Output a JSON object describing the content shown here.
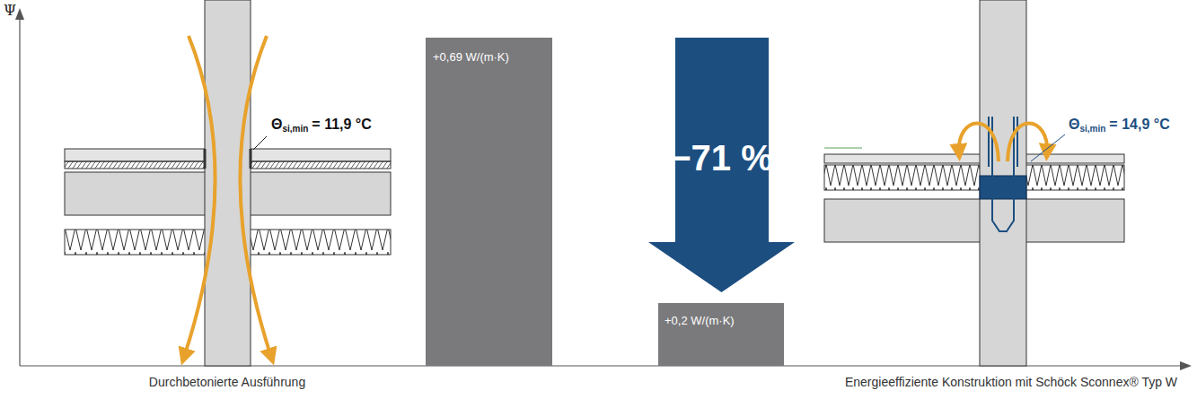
{
  "diagram": {
    "nodes": [
      {
        "text": [
          "+0,69 W/(m·K)"
        ]
      },
      {
        "text": [
          "−71 %"
        ]
      },
      {
        "text": [
          "+0,2 W/(m·K)"
        ]
      }
    ],
    "labels": [
      "Ψ",
      "Θ",
      "si,min",
      "= 11,9 °C",
      "Θ",
      "si,min",
      "= 14,9 °C",
      "Durchbetonierte Ausführung",
      "Energieeffiziente Konstruktion mit Schöck Sconnex® Typ W"
    ]
  }
}
